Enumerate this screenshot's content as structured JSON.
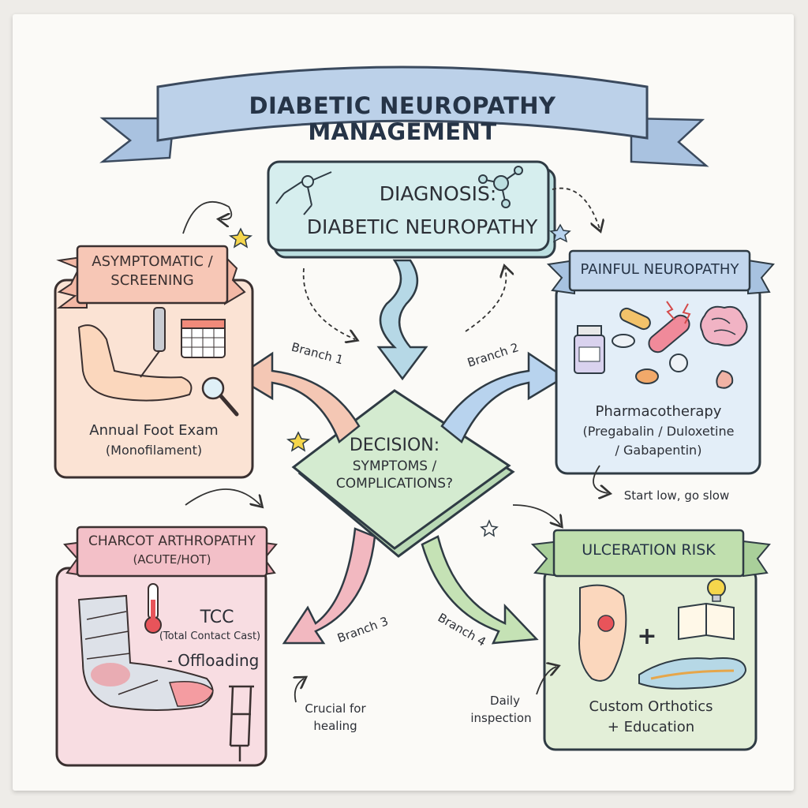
{
  "title": "DIABETIC NEUROPATHY MANAGEMENT",
  "diagnosis": {
    "line1": "DIAGNOSIS:",
    "line2": "DIABETIC NEUROPATHY"
  },
  "decision": {
    "line1": "DECISION:",
    "line2": "SYMPTOMS /",
    "line3": "COMPLICATIONS?"
  },
  "branches": [
    "Branch 1",
    "Branch 2",
    "Branch 3",
    "Branch 4"
  ],
  "asymptomatic": {
    "label_line1": "ASYMPTOMATIC /",
    "label_line2": "SCREENING",
    "text_line1": "Annual Foot Exam",
    "text_line2": "(Monofilament)"
  },
  "painful": {
    "label": "PAINFUL NEUROPATHY",
    "text_line1": "Pharmacotherapy",
    "text_line2": "(Pregabalin / Duloxetine",
    "text_line3": "/ Gabapentin)",
    "note": "Start low, go slow"
  },
  "charcot": {
    "label_line1": "CHARCOT ARTHROPATHY",
    "label_line2": "(ACUTE/HOT)",
    "text_line1": "TCC",
    "text_line2": "(Total Contact Cast)",
    "text_line3": "- Offloading",
    "note_line1": "Crucial for",
    "note_line2": "healing"
  },
  "ulceration": {
    "label": "ULCERATION RISK",
    "plus": "+",
    "text_line1": "Custom Orthotics",
    "text_line2": "+ Education",
    "note_line1": "Daily",
    "note_line2": "inspection"
  },
  "colors": {
    "orange_panel": "#fbe3d4",
    "blue_panel": "#e3eef8",
    "pink_panel": "#f8dde2",
    "green_panel": "#e3efd8",
    "diagnosis_box": "#cfeaea",
    "decision_diamond": "#cfe8cf",
    "title_ribbon": "#b7cde6"
  },
  "icons": [
    "neuron-icon",
    "molecule-icon",
    "monofilament-icon",
    "calendar-icon",
    "magnifier-icon",
    "pill-bottle-icon",
    "capsule-icon",
    "brain-icon",
    "thermometer-icon",
    "crutch-icon",
    "foot-ulcer-icon",
    "book-lightbulb-icon",
    "insole-icon"
  ]
}
